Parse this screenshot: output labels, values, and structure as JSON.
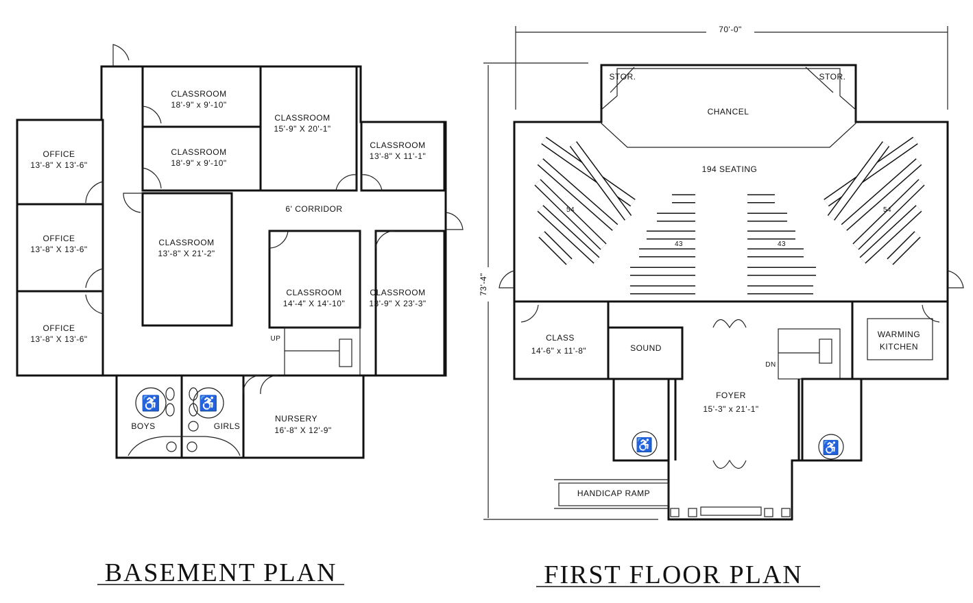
{
  "basement": {
    "title": "BASEMENT PLAN",
    "rooms": [
      {
        "name": "CLASSROOM",
        "size": "18'-9\" x 9'-10\""
      },
      {
        "name": "CLASSROOM",
        "size": "18'-9\" x 9'-10\""
      },
      {
        "name": "CLASSROOM",
        "size": "15'-9\" X 20'-1\""
      },
      {
        "name": "CLASSROOM",
        "size": "13'-8\" X 11'-1\""
      },
      {
        "name": "OFFICE",
        "size": "13'-8\" X 13'-6\""
      },
      {
        "name": "OFFICE",
        "size": "13'-8\" X 13'-6\""
      },
      {
        "name": "OFFICE",
        "size": "13'-8\" X 13'-6\""
      },
      {
        "name": "CLASSROOM",
        "size": "13'-8\" X 21'-2\""
      },
      {
        "name": "CLASSROOM",
        "size": "14'-4\" X 14'-10\""
      },
      {
        "name": "CLASSROOM",
        "size": "13'-9\" X 23'-3\""
      },
      {
        "name": "NURSERY",
        "size": "16'-8\" X 12'-9\""
      }
    ],
    "corridor": "6' CORRIDOR",
    "stair": "UP",
    "boys": "BOYS",
    "girls": "GIRLS"
  },
  "first_floor": {
    "title": "FIRST FLOOR PLAN",
    "width_dim": "70'-0\"",
    "depth_dim": "73'-4\"",
    "stor_left": "STOR.",
    "stor_right": "STOR.",
    "chancel": "CHANCEL",
    "seating": "194 SEATING",
    "seat_counts": [
      "54",
      "43",
      "43",
      "54"
    ],
    "class": {
      "name": "CLASS",
      "size": "14'-6\" x 11'-8\""
    },
    "sound": "SOUND",
    "kitchen": [
      "WARMING",
      "KITCHEN"
    ],
    "stair": "DN",
    "foyer": {
      "name": "FOYER",
      "size": "15'-3\" x 21'-1\""
    },
    "ramp": "HANDICAP RAMP"
  },
  "colors": {
    "ink": "#111111",
    "paper": "#ffffff"
  }
}
